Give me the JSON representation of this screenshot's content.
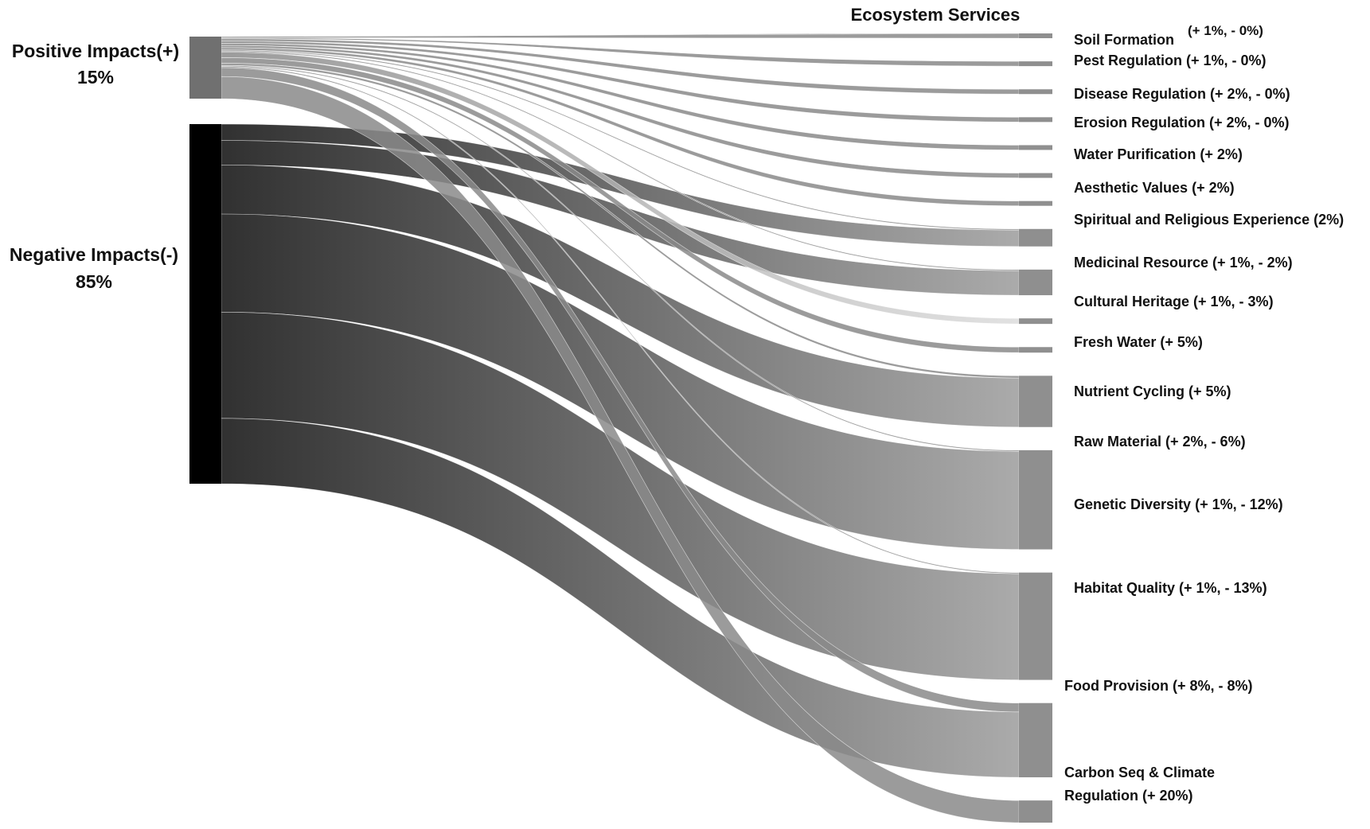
{
  "chart_data": {
    "type": "sankey",
    "title": "Ecosystem Services",
    "colors": {
      "positive_node": "#707070",
      "negative_node": "#000000",
      "target_node": "#8f8f8f",
      "link_positive": "#8a8a8a",
      "link_negative_start": "#262626",
      "link_negative_end": "#a6a6a6",
      "fresh_water_end": "#dcdcdc"
    },
    "sources": [
      {
        "id": "positive",
        "label_line1": "Positive Impacts(+)",
        "label_line2": "15%",
        "value": 15
      },
      {
        "id": "negative",
        "label_line1": "Negative Impacts(-)",
        "label_line2": "85%",
        "value": 85
      }
    ],
    "targets": [
      {
        "id": "soil",
        "label": "Soil Formation",
        "annotation": "(+ 1%, - 0%)",
        "positive": 1,
        "negative": 0
      },
      {
        "id": "pest",
        "label": "Pest Regulation (+ 1%, - 0%)",
        "positive": 1,
        "negative": 0
      },
      {
        "id": "disease",
        "label": "Disease Regulation (+ 2%, - 0%)",
        "positive": 2,
        "negative": 0
      },
      {
        "id": "erosion",
        "label": "Erosion Regulation (+ 2%, - 0%)",
        "positive": 2,
        "negative": 0
      },
      {
        "id": "water_purification",
        "label": "Water Purification (+ 2%)",
        "positive": 2,
        "negative": 0
      },
      {
        "id": "aesthetic",
        "label": "Aesthetic Values (+ 2%)",
        "positive": 2,
        "negative": 0
      },
      {
        "id": "spiritual",
        "label": "Spiritual and Religious Experience (2%)",
        "positive": 2,
        "negative": 0
      },
      {
        "id": "medicinal",
        "label": "Medicinal Resource (+ 1%, - 2%)",
        "positive": 1,
        "negative": 2
      },
      {
        "id": "cultural",
        "label": "Cultural Heritage (+ 1%, - 3%)",
        "positive": 1,
        "negative": 3
      },
      {
        "id": "fresh_water",
        "label": "Fresh Water (+ 5%)",
        "positive": 5,
        "negative": 0
      },
      {
        "id": "nutrient",
        "label": "Nutrient Cycling (+ 5%)",
        "positive": 5,
        "negative": 0
      },
      {
        "id": "raw_material",
        "label": "Raw Material (+ 2%, - 6%)",
        "positive": 2,
        "negative": 6
      },
      {
        "id": "genetic",
        "label": "Genetic Diversity (+ 1%, - 12%)",
        "positive": 1,
        "negative": 12
      },
      {
        "id": "habitat",
        "label": "Habitat Quality (+ 1%, - 13%)",
        "positive": 1,
        "negative": 13
      },
      {
        "id": "food",
        "label": "Food Provision (+ 8%, - 8%)",
        "positive": 8,
        "negative": 8
      },
      {
        "id": "carbon",
        "label_line1": "Carbon Seq & Climate",
        "label_line2": "Regulation (+ 20%)",
        "positive": 20,
        "negative": 0
      }
    ]
  }
}
